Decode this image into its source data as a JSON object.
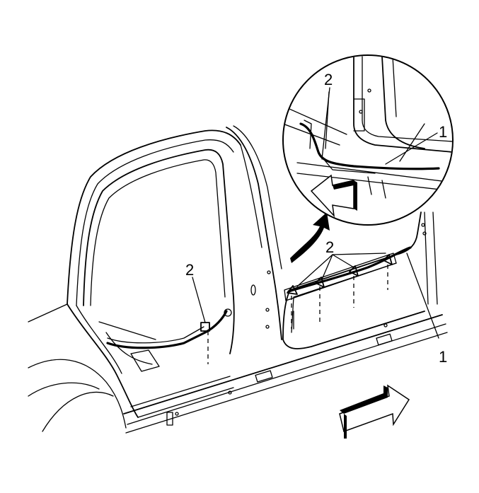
{
  "callouts": {
    "inset_harness": "2",
    "inset_pad": "1",
    "front_clip": "2",
    "rear_clips": "2",
    "rear_pad": "1"
  }
}
